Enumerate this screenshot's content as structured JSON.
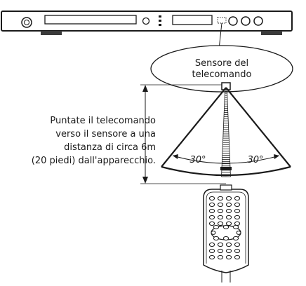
{
  "sensor_label": {
    "line1": "Sensore del",
    "line2": "telecomando"
  },
  "instruction": {
    "line1": "Puntate il telecomando",
    "line2": "verso il sensore a una",
    "line3": "distanza di circa 6m",
    "line4": "(20 piedi) dall'apparecchio."
  },
  "angles": {
    "left": "30°",
    "right": "30°"
  },
  "icons": {
    "player": "dvd-player-icon",
    "remote": "remote-control-icon",
    "sensor": "ir-sensor-icon"
  }
}
